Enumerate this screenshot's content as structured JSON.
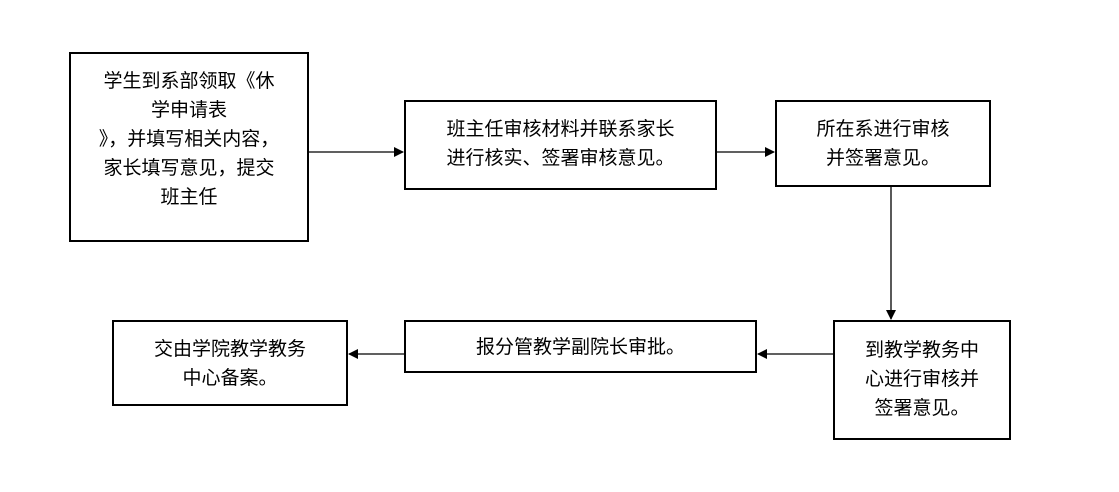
{
  "flowchart": {
    "steps": [
      {
        "id": "step-1",
        "lines": [
          "学生到系部领取《休",
          "学申请表",
          "》，并填写相关内容，",
          "家长填写意见，提交",
          "班主任"
        ]
      },
      {
        "id": "step-2",
        "lines": [
          "班主任审核材料并联系家长",
          "进行核实、签署审核意见。"
        ]
      },
      {
        "id": "step-3",
        "lines": [
          "所在系进行审核",
          "并签署意见。"
        ]
      },
      {
        "id": "step-4",
        "lines": [
          "到教学教务中",
          "心进行审核并",
          "签署意见。"
        ]
      },
      {
        "id": "step-5",
        "lines": [
          "报分管教学副院长审批。"
        ]
      },
      {
        "id": "step-6",
        "lines": [
          "交由学院教学教务",
          "中心备案。"
        ]
      }
    ]
  }
}
